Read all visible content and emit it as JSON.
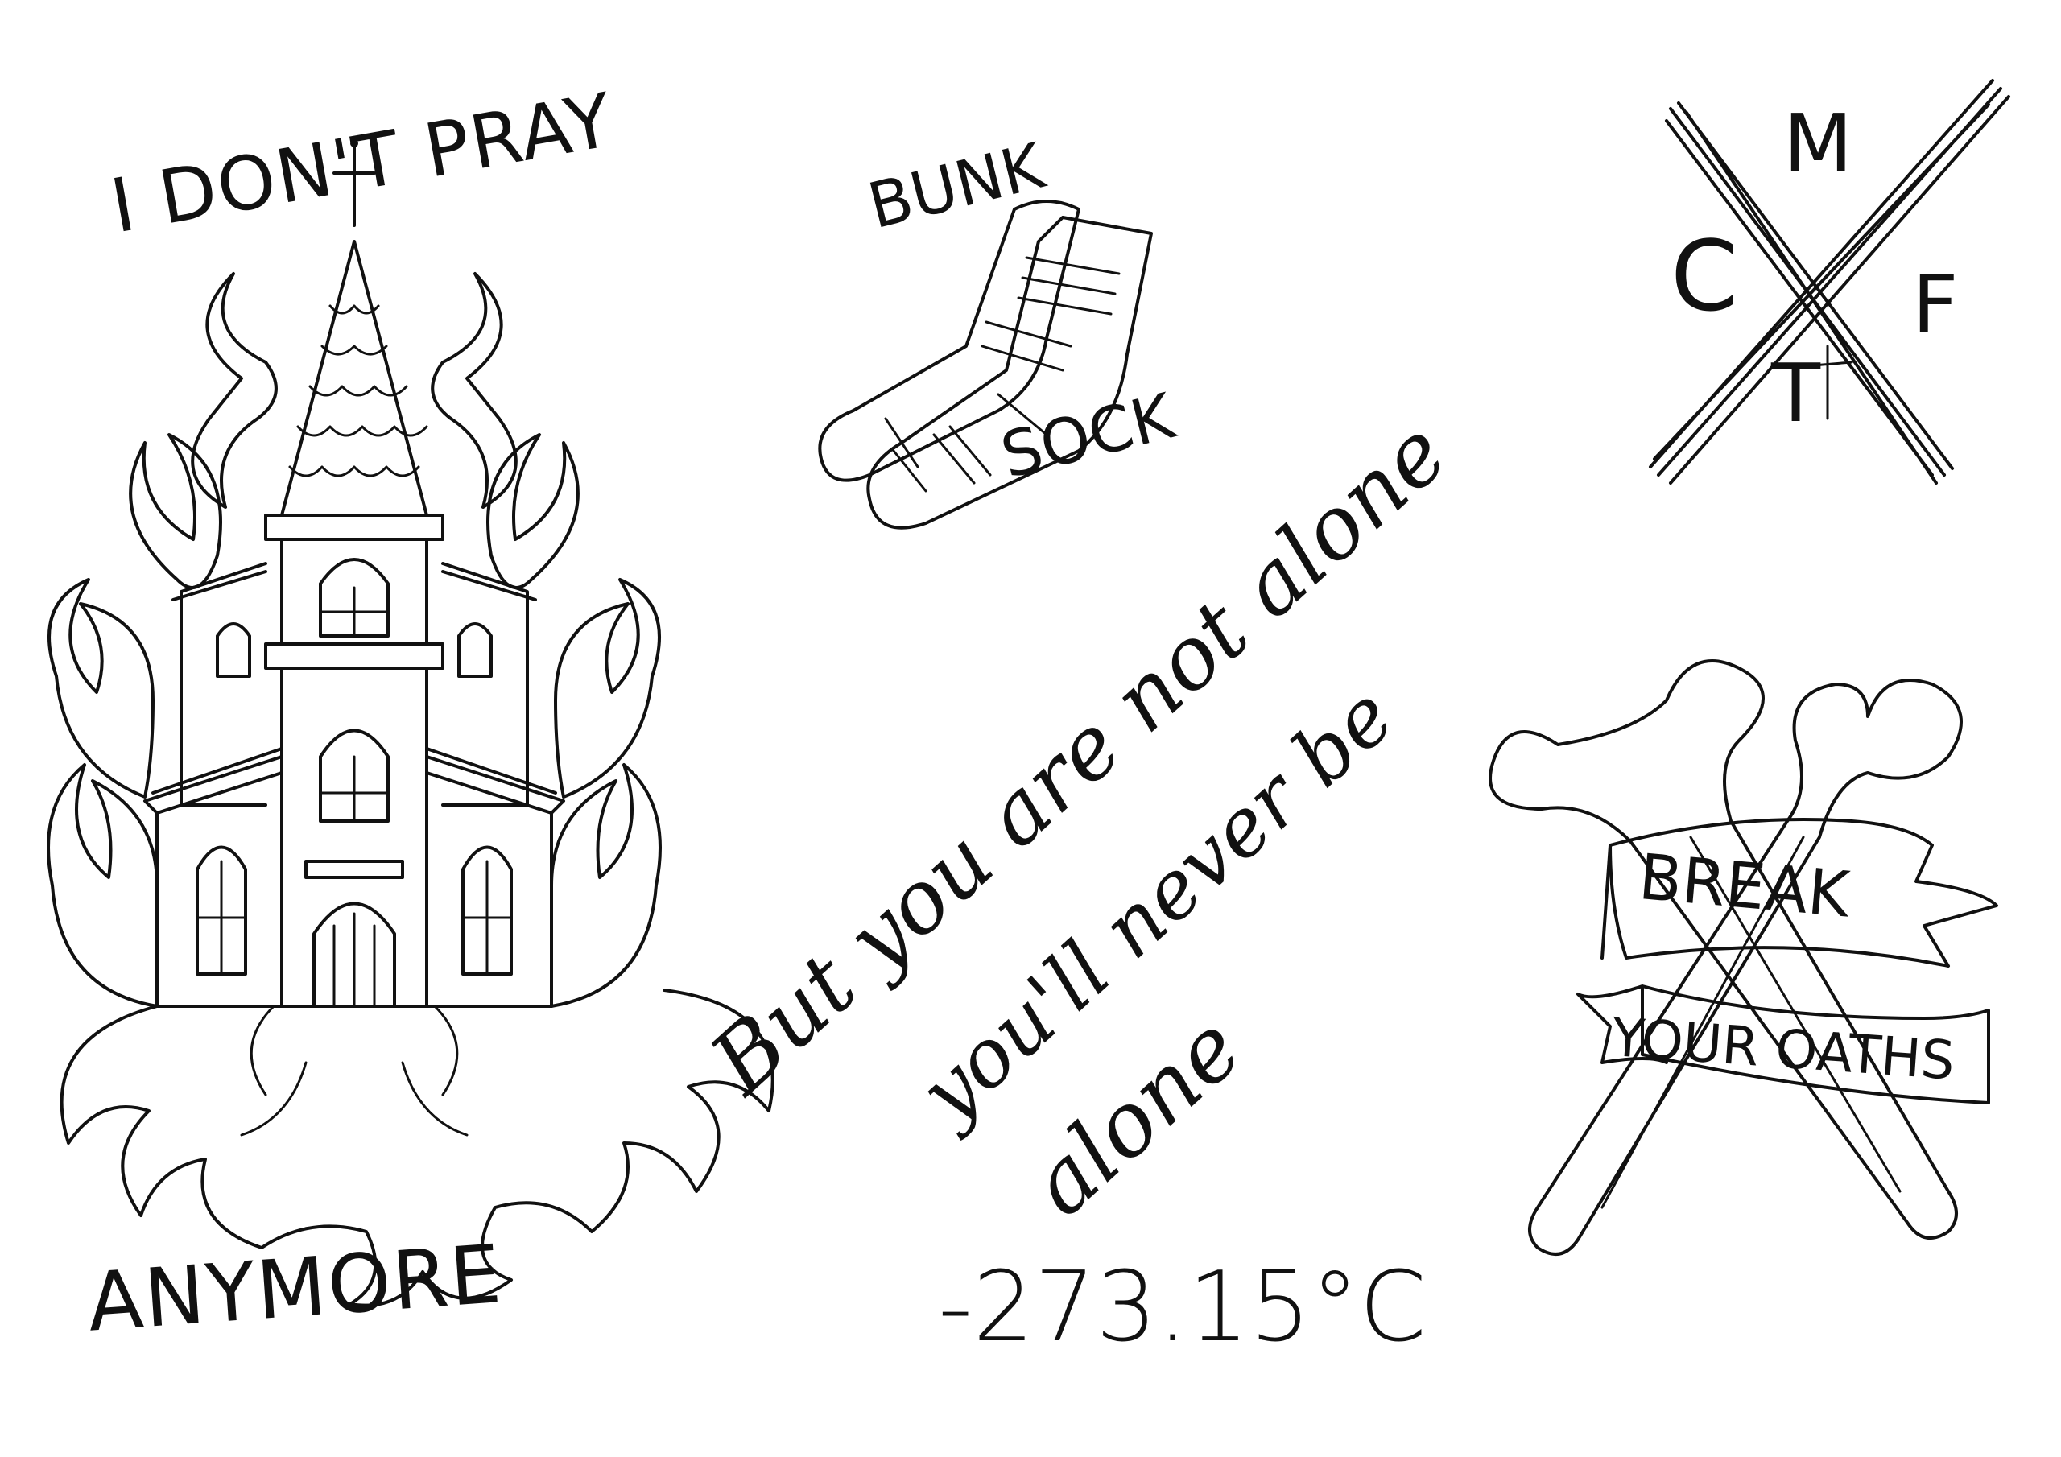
{
  "church_flash": {
    "top_text": "I DON'T PRAY",
    "bottom_text": "ANYMORE"
  },
  "sock_flash": {
    "top_text": "BUNK",
    "bottom_text": "SOCK"
  },
  "quote_flash": {
    "line1": "But you are not alone",
    "line2": "you'll never be",
    "line3": "alone"
  },
  "temperature_flash": {
    "text": "-273.15°C"
  },
  "monogram_flash": {
    "letters": [
      "C",
      "M",
      "F",
      "T"
    ]
  },
  "bones_flash": {
    "banner_top": "BREAK",
    "banner_bottom": "YOUR OATHS"
  },
  "colors": {
    "ink": "#111111",
    "paper": "#ffffff"
  }
}
